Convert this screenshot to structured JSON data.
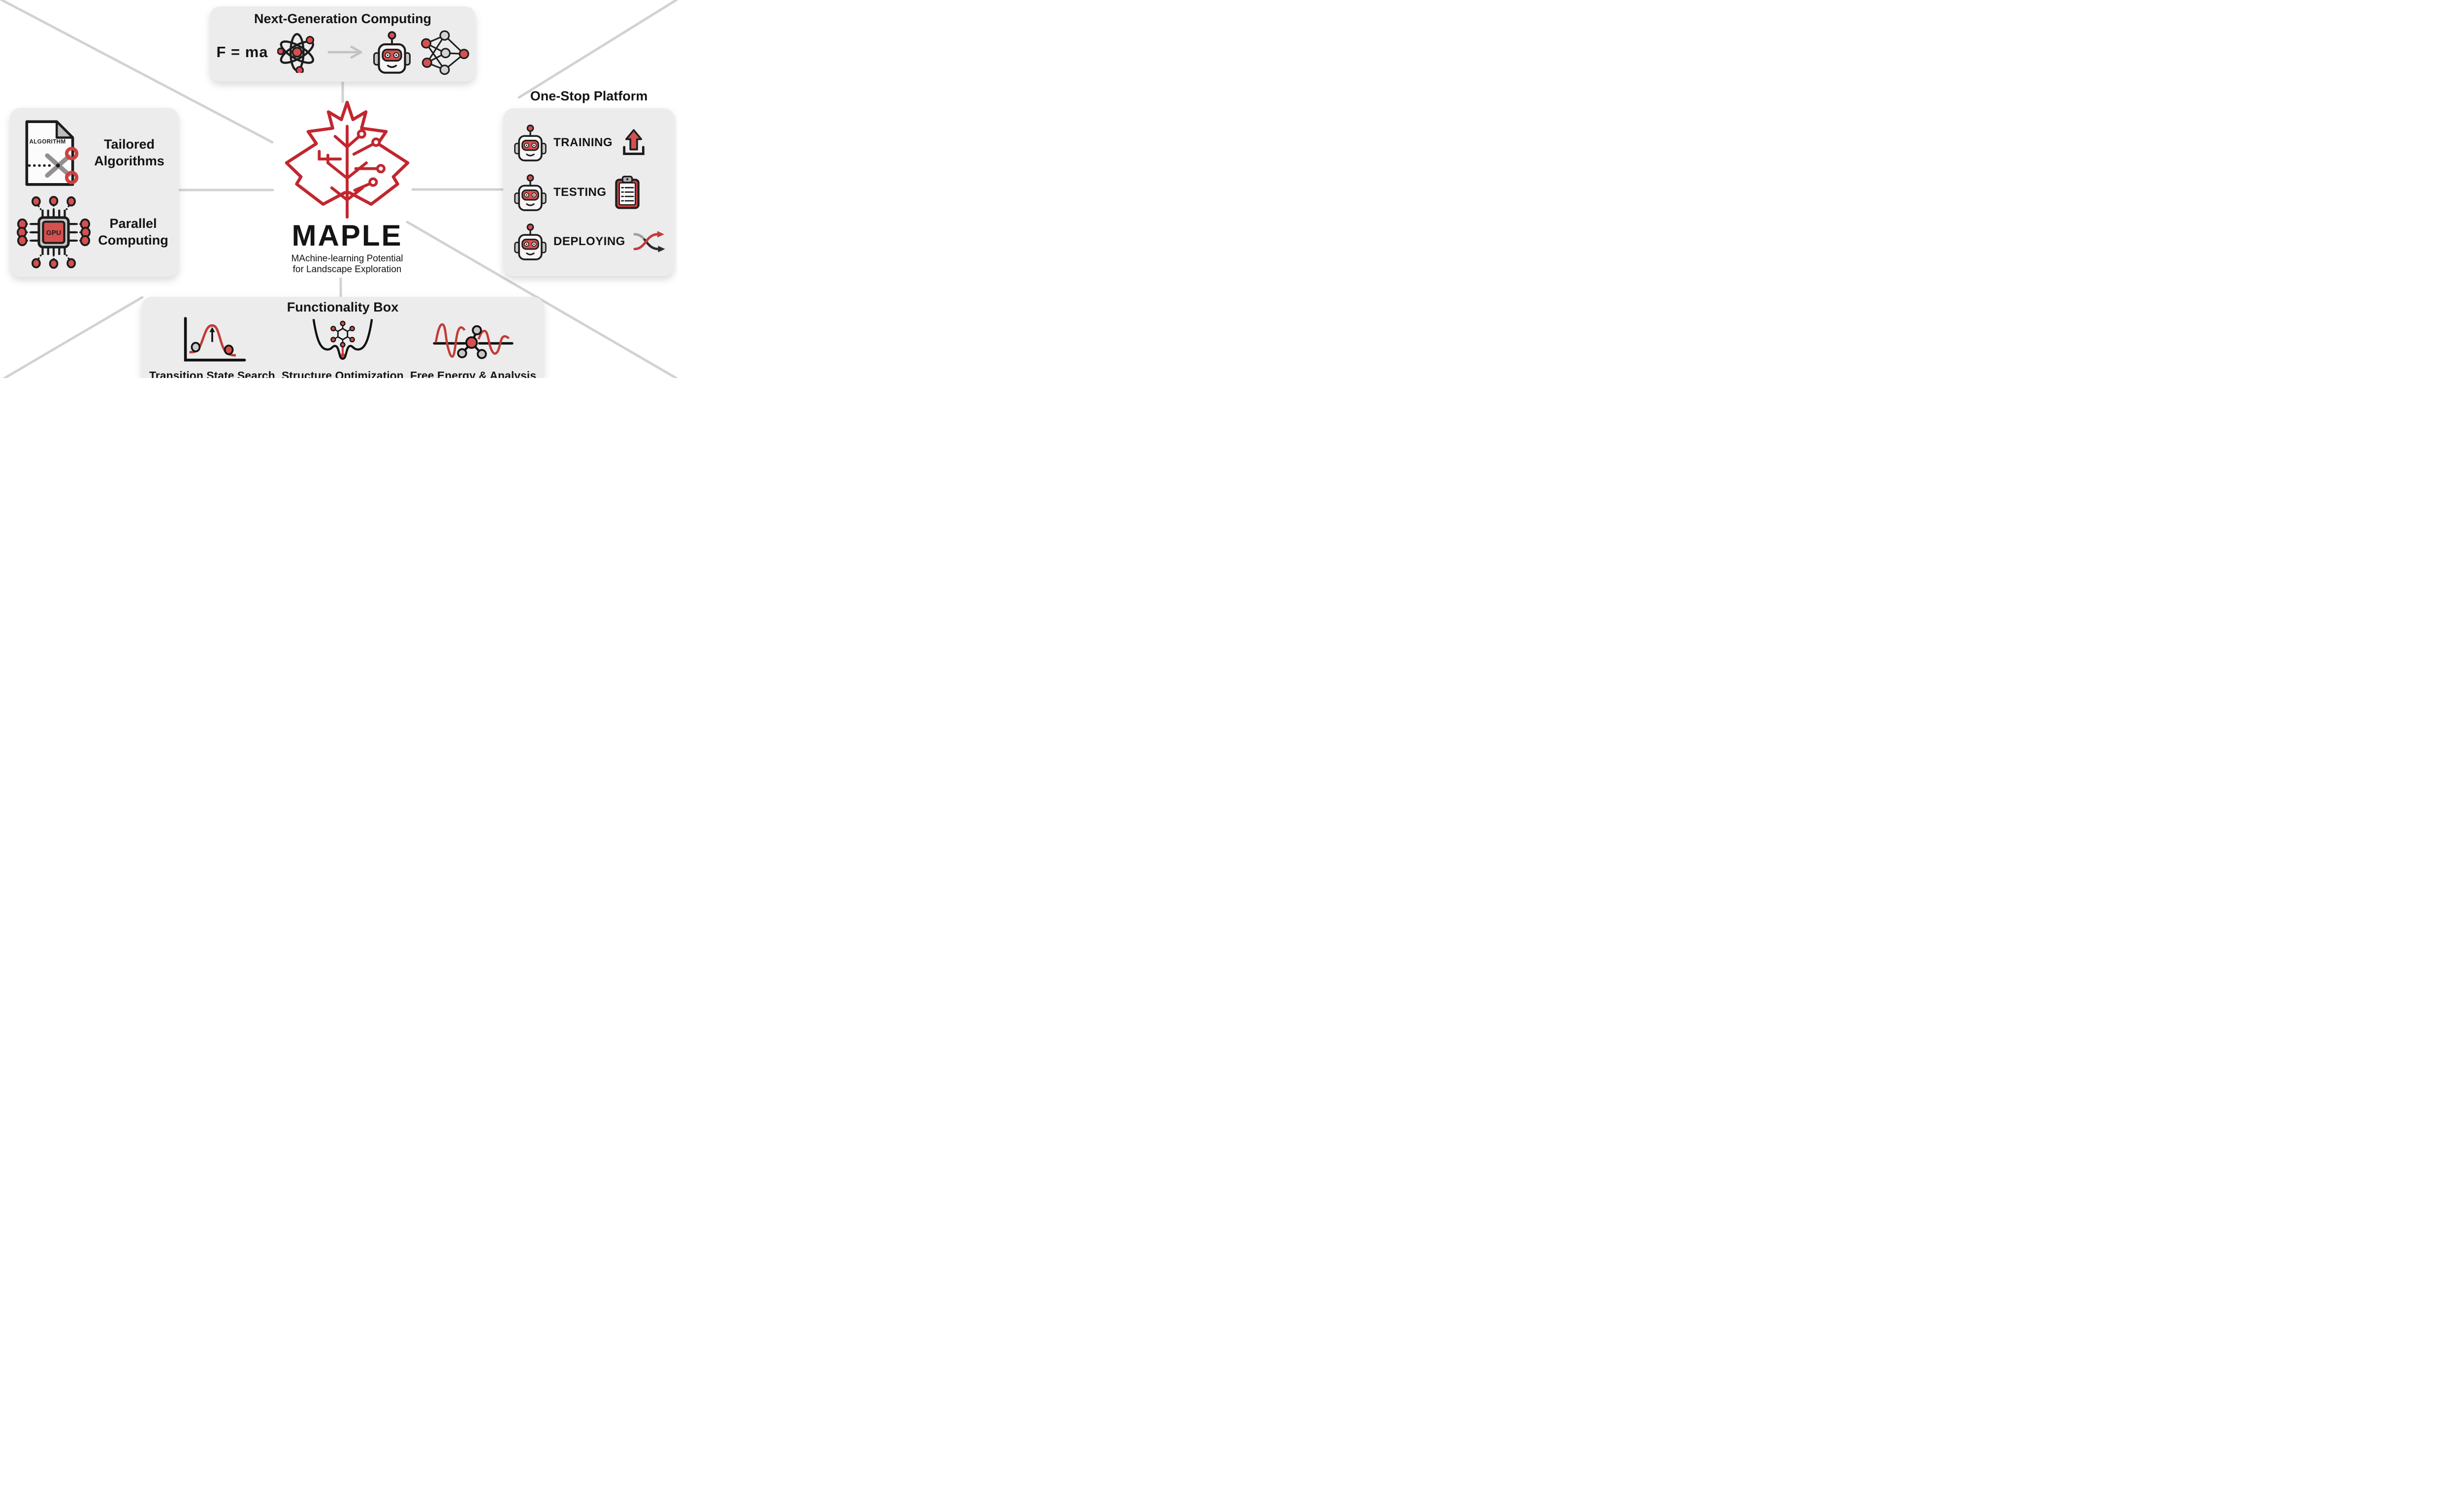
{
  "colors": {
    "accent_red": "#c2262e",
    "fill_red": "#d5504f",
    "box_gray": "#ececec",
    "line_gray": "#d4d1d1",
    "text_dark": "#141414"
  },
  "top_box": {
    "title": "Next-Generation Computing",
    "formula": "F = ma",
    "icons": [
      "atom-icon",
      "arrow-right-icon",
      "robot-icon",
      "neural-network-icon"
    ]
  },
  "left_box": {
    "items": [
      {
        "label": "Tailored Algorithms",
        "icon": "algorithm-scissors-icon",
        "document_text": "ALGORITHM"
      },
      {
        "label": "Parallel Computing",
        "icon": "gpu-chip-icon",
        "chip_text": "GPU"
      }
    ]
  },
  "right_box": {
    "title": "One-Stop Platform",
    "items": [
      {
        "label": "TRAINING",
        "icon": "upload-icon"
      },
      {
        "label": "TESTING",
        "icon": "clipboard-checklist-icon"
      },
      {
        "label": "DEPLOYING",
        "icon": "shuffle-arrows-icon"
      }
    ]
  },
  "center": {
    "name": "MAPLE",
    "subtitle_line1": "MAchine-learning Potential",
    "subtitle_line2": "for Landscape Exploration",
    "logo": "maple-leaf-circuit"
  },
  "bottom_box": {
    "title": "Functionality Box",
    "items": [
      {
        "label": "Transition State Search",
        "icon": "transition-state-chart-icon"
      },
      {
        "label": "Structure Optimization",
        "icon": "double-well-icon"
      },
      {
        "label": "Free Energy & Analysis",
        "icon": "waveform-molecule-icon"
      }
    ]
  }
}
